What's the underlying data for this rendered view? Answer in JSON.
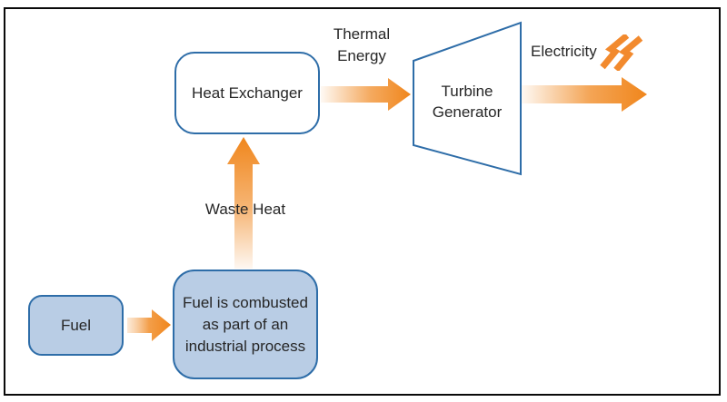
{
  "nodes": {
    "fuel": {
      "label": "Fuel"
    },
    "combustion": {
      "lines": [
        "Fuel is combusted",
        "as part of an",
        "industrial process"
      ]
    },
    "heat_exchanger": {
      "label": "Heat Exchanger"
    },
    "turbine_generator": {
      "lines": [
        "Turbine",
        "Generator"
      ]
    }
  },
  "flow_labels": {
    "thermal_energy": {
      "lines": [
        "Thermal",
        "Energy"
      ]
    },
    "waste_heat": {
      "label": "Waste Heat"
    },
    "electricity": {
      "label": "Electricity"
    }
  },
  "icons": {
    "electricity_bolt": "lightning-bolt-icon"
  },
  "colors": {
    "background": "#FFFFFF",
    "frame_black": "#0A0A0A",
    "node_fill_blue": "#B9CDE5",
    "node_border_blue": "#2E6DA8",
    "arrow_orange": "#F0861C",
    "arrow_orange_light": "#FAD9B8",
    "bolt_orange": "#F28A2E",
    "text_dark": "#262626"
  }
}
